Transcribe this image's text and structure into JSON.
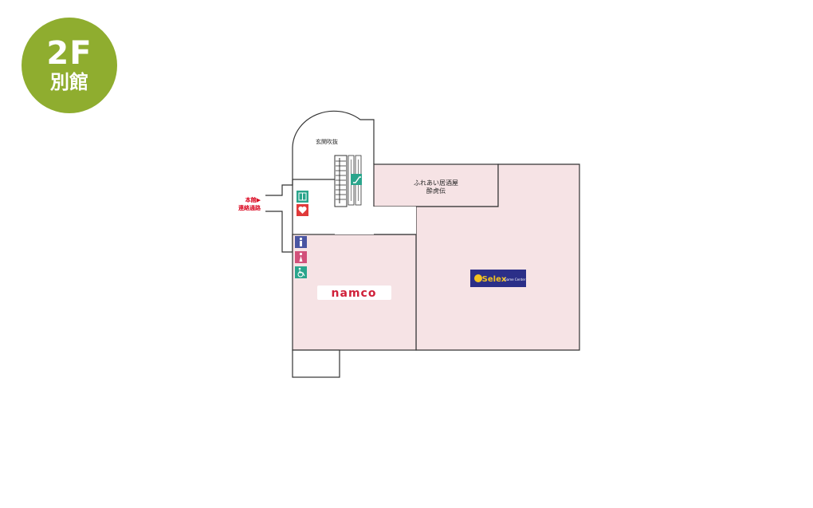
{
  "floor_badge": {
    "number": "2F",
    "name": "別館",
    "color": "#8fad2f"
  },
  "rooms": {
    "entrance": "玄関吹抜",
    "izakaya_line1": "ふれあい居酒屋",
    "izakaya_line2": "酔虎伝",
    "namco_logo": "namco",
    "arcade_logo": "Selex",
    "arcade_logo_sub": "Game Center"
  },
  "connector": {
    "line1": "本館▶",
    "line2": "連絡通路",
    "color": "#d9001b"
  },
  "icons": [
    "elevator-icon",
    "aed-icon",
    "restroom-male-icon",
    "restroom-female-icon",
    "wheelchair-icon",
    "escalator-icon",
    "stairs-icon"
  ],
  "colors": {
    "room_fill": "#f6e3e5",
    "wall": "#333333",
    "elevator": "#2aa58c",
    "aed": "#e03a3a",
    "male": "#4a55a2",
    "female": "#d2507a",
    "namco_red": "#d0213a",
    "arcade_bg": "#2b2f88"
  }
}
